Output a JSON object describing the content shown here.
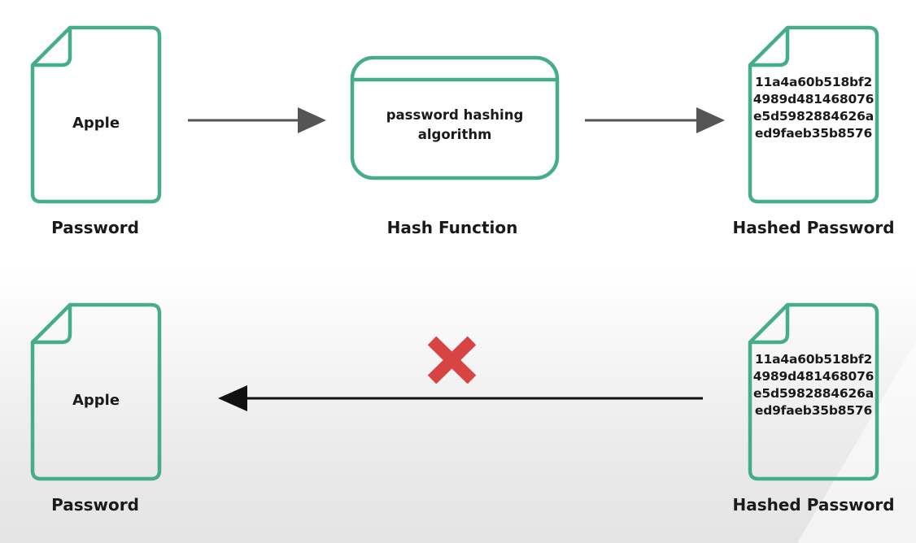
{
  "top_row": {
    "password_doc": {
      "content": "Apple",
      "caption": "Password"
    },
    "hash_function": {
      "box_text_line1": "password hashing",
      "box_text_line2": "algorithm",
      "caption": "Hash Function"
    },
    "hashed_doc": {
      "hash_lines": [
        "11a4a60b518bf2",
        "4989d481468076",
        "e5d5982884626a",
        "ed9faeb35b8576"
      ],
      "caption": "Hashed Password"
    }
  },
  "bottom_row": {
    "password_doc": {
      "content": "Apple",
      "caption": "Password"
    },
    "hashed_doc": {
      "hash_lines": [
        "11a4a60b518bf2",
        "4989d481468076",
        "e5d5982884626a",
        "ed9faeb35b8576"
      ],
      "caption": "Hashed Password"
    },
    "reverse_blocked_icon": "cross-icon"
  },
  "colors": {
    "outline": "#45ac8c",
    "arrow": "#555555",
    "cross": "#d84343",
    "text": "#1a1a1a"
  }
}
